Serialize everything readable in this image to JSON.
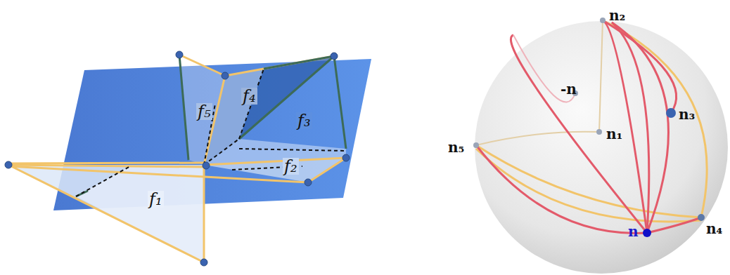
{
  "diagram": {
    "labels": [
      "f₅",
      "f₄",
      "f₃",
      "f₂",
      "f₁",
      "n₂",
      "-n",
      "n₃",
      "n₁",
      "n₅",
      "n₄",
      "n"
    ]
  }
}
